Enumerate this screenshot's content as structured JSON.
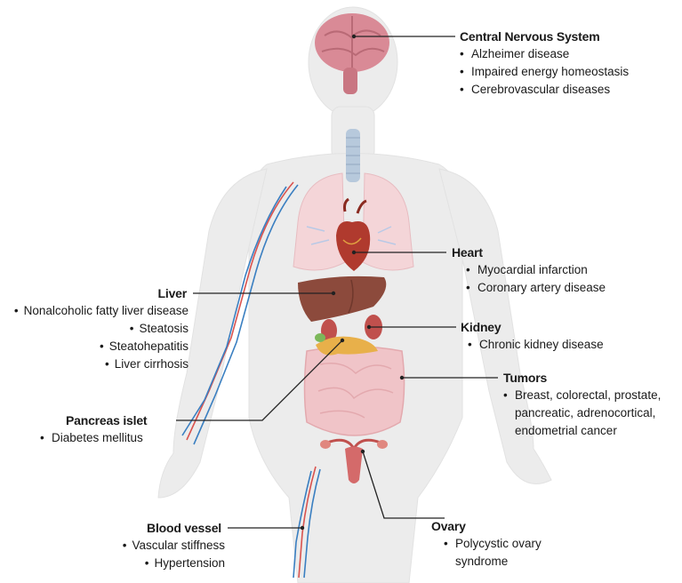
{
  "organs": {
    "cns": {
      "title": "Central Nervous System",
      "items": [
        "Alzheimer disease",
        "Impaired energy homeostasis",
        "Cerebrovascular diseases"
      ]
    },
    "heart": {
      "title": "Heart",
      "items": [
        "Myocardial infarction",
        "Coronary artery disease"
      ]
    },
    "liver": {
      "title": "Liver",
      "items": [
        "Nonalcoholic fatty liver disease",
        "Steatosis",
        "Steatohepatitis",
        "Liver cirrhosis"
      ]
    },
    "kidney": {
      "title": "Kidney",
      "items": [
        "Chronic kidney disease"
      ]
    },
    "tumors": {
      "title": "Tumors",
      "lines": [
        "Breast, colorectal, prostate,",
        "pancreatic, adrenocortical,",
        "endometrial cancer"
      ]
    },
    "pancreas": {
      "title": "Pancreas islet",
      "items": [
        "Diabetes mellitus"
      ]
    },
    "blood_vessel": {
      "title": "Blood vessel",
      "items": [
        "Vascular stiffness",
        "Hypertension"
      ]
    },
    "ovary": {
      "title": "Ovary",
      "lines": [
        "Polycystic ovary",
        "syndrome"
      ]
    }
  },
  "colors": {
    "body": "#ececec",
    "brain": "#d98a96",
    "heart": "#b03a2e",
    "liver": "#8c4a3c",
    "kidney": "#c0504d",
    "pancreas": "#e8b04a",
    "intestine": "#f0c4c8",
    "lungs": "#f4d5d8",
    "artery": "#d9534f",
    "vein": "#3a7fc1",
    "leader": "#222222"
  }
}
